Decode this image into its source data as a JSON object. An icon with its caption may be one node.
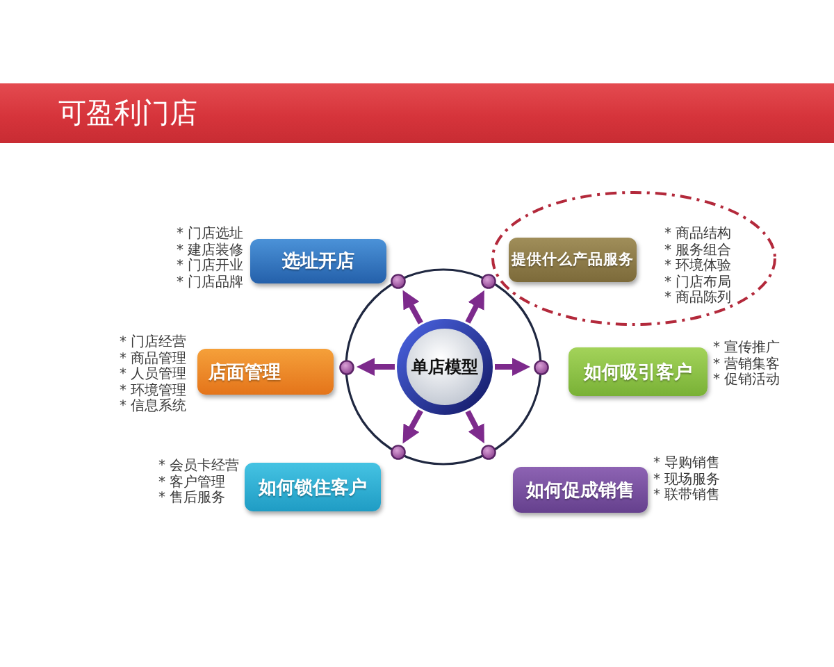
{
  "diagram": {
    "title": "可盈利门店",
    "nodes": [
      {
        "text": [
          "单店模型"
        ]
      },
      {
        "text": [
          "选址开店"
        ],
        "beside": [
          "* 门店选址",
          "* 建店装修",
          "* 门店开业",
          "* 门店品牌"
        ]
      },
      {
        "text": [],
        "shape": "ellipse"
      },
      {
        "text": [
          "提供什么产品服务"
        ],
        "in": 2,
        "beside": [
          "* 商品结构",
          "* 服务组合",
          "* 环境体验",
          "* 门店布局",
          "* 商品陈列"
        ]
      },
      {
        "text": [
          "店面管理"
        ],
        "beside": [
          "* 门店经营",
          "* 商品管理",
          "* 人员管理",
          "* 环境管理",
          "* 信息系统"
        ]
      },
      {
        "text": [
          "如何吸引客户"
        ],
        "beside": [
          "* 宣传推广",
          "* 营销集客",
          "* 促销活动"
        ]
      },
      {
        "text": [
          "如何锁住客户"
        ],
        "beside": [
          "* 会员卡经营",
          "* 客户管理",
          "* 售后服务"
        ]
      },
      {
        "text": [
          "如何促成销售"
        ],
        "beside": [
          "* 导购销售",
          "* 现场服务",
          "* 联带销售"
        ]
      },
      {
        "text": [],
        "shape": "circle"
      },
      {
        "text": [],
        "shape": "circle"
      },
      {
        "text": [],
        "shape": "circle"
      },
      {
        "text": [],
        "shape": "circle"
      },
      {
        "text": [],
        "shape": "circle"
      },
      {
        "text": [],
        "shape": "circle"
      }
    ],
    "edges": [
      {
        "from": 0,
        "to": 8,
        "arrow": "to"
      },
      {
        "from": 0,
        "to": 9,
        "arrow": "to"
      },
      {
        "from": 0,
        "to": 10,
        "arrow": "to"
      },
      {
        "from": 0,
        "to": 11,
        "arrow": "to"
      },
      {
        "from": 0,
        "to": 12,
        "arrow": "to"
      },
      {
        "from": 0,
        "to": 13,
        "arrow": "to"
      }
    ]
  }
}
